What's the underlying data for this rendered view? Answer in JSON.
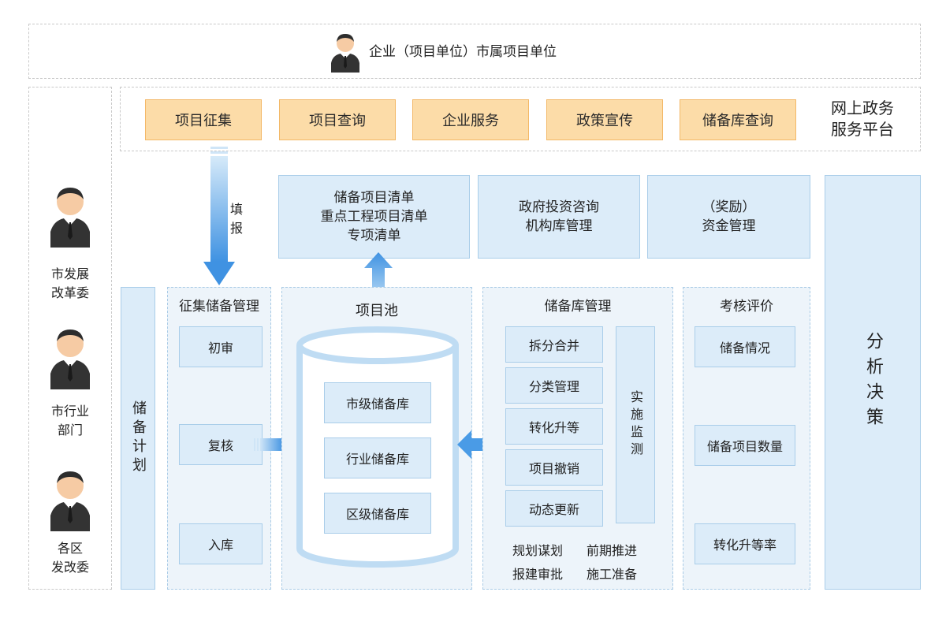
{
  "top": {
    "title": "企业（项目单位）市属项目单位"
  },
  "platform": {
    "label": "网上政务\n服务平台",
    "buttons": [
      "项目征集",
      "项目查询",
      "企业服务",
      "政策宣传",
      "储备库查询"
    ]
  },
  "fill_report": "填\n报",
  "actors": [
    {
      "label": "市发展\n改革委"
    },
    {
      "label": "市行业\n部门"
    },
    {
      "label": "各区\n发改委"
    }
  ],
  "top_boxes": {
    "lists": "储备项目清单\n重点工程项目清单\n专项清单",
    "consult": "政府投资咨询\n机构库管理",
    "funds": "（奖励）\n资金管理"
  },
  "analysis": "分析决策",
  "plan": "储备计划",
  "collection": {
    "title": "征集储备管理",
    "items": [
      "初审",
      "复核",
      "入库"
    ]
  },
  "pool": {
    "title": "项目池",
    "items": [
      "市级储备库",
      "行业储备库",
      "区级储备库"
    ]
  },
  "repo": {
    "title": "储备库管理",
    "items": [
      "拆分合并",
      "分类管理",
      "转化升等",
      "项目撤销",
      "动态更新"
    ],
    "monitor": "实施监测",
    "stages": [
      "规划谋划",
      "前期推进",
      "报建审批",
      "施工准备"
    ]
  },
  "evaluation": {
    "title": "考核评价",
    "items": [
      "储备情况",
      "储备项目数量",
      "转化升等率"
    ]
  },
  "colors": {
    "accent_blue": "#4a9be6",
    "orange_fill": "#fcdca8",
    "orange_border": "#f3b867",
    "panel_blue": "#edf4fa"
  }
}
